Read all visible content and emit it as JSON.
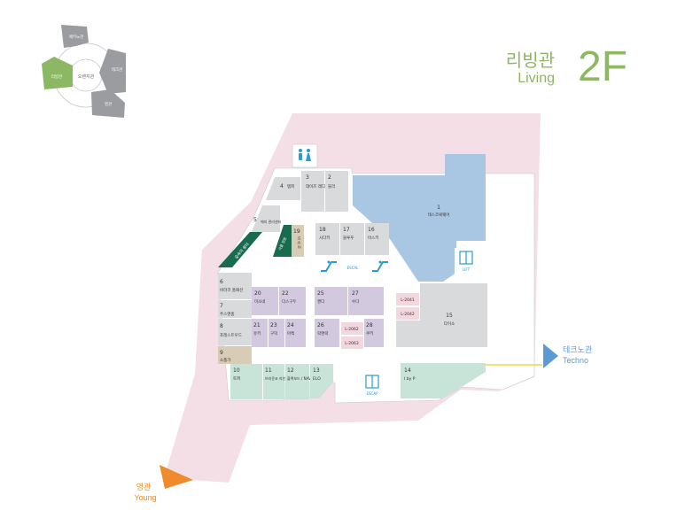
{
  "header": {
    "hall_korean": "리빙관",
    "hall_english": "Living",
    "floor": "2F"
  },
  "locator": {
    "center": "오렌지관",
    "halls": [
      {
        "id": "north",
        "label": "에키노관"
      },
      {
        "id": "west",
        "label": "리빙관",
        "current": true
      },
      {
        "id": "east",
        "label": "테크관"
      },
      {
        "id": "south",
        "label": "영관"
      }
    ]
  },
  "directions": [
    {
      "id": "techno",
      "korean": "테크노관",
      "english": "Techno",
      "color": "#5b9bd5"
    },
    {
      "id": "young",
      "korean": "영관",
      "english": "Young",
      "color": "#ef8b2c"
    }
  ],
  "facilities": [
    {
      "id": "restroom",
      "icon": "restroom-icon"
    },
    {
      "id": "escalator-left",
      "icon": "escalator-icon"
    },
    {
      "id": "escalator-right",
      "icon": "escalator-icon",
      "label": "ESCAL"
    },
    {
      "id": "elevator-east",
      "icon": "elevator-icon",
      "label": "LIFT"
    },
    {
      "id": "elevator-south",
      "icon": "elevator-icon",
      "label": "ESCAP"
    }
  ],
  "stores": [
    {
      "num": "1",
      "name": "테스코쿡웨어"
    },
    {
      "num": "2",
      "name": "블리"
    },
    {
      "num": "3",
      "name": "데이즈 레디"
    },
    {
      "num": "4",
      "name": "템퍼"
    },
    {
      "num": "5",
      "name": "에지 관리센터"
    },
    {
      "num": "6",
      "name": "바라코 홈패션"
    },
    {
      "num": "7",
      "name": "주스앤홈"
    },
    {
      "num": "8",
      "name": "포레스트우드"
    },
    {
      "num": "9",
      "name": "소품가"
    },
    {
      "num": "10",
      "name": "토퍼"
    },
    {
      "num": "11",
      "name": "브라운코 라인클 / 무가스"
    },
    {
      "num": "12",
      "name": "블랙보드 / NAVIT"
    },
    {
      "num": "13",
      "name": "ELO"
    },
    {
      "num": "14",
      "name": "I by P"
    },
    {
      "num": "15",
      "name": "다이소"
    },
    {
      "num": "16",
      "name": "마스키"
    },
    {
      "num": "17",
      "name": "블루푸"
    },
    {
      "num": "18",
      "name": "시다키"
    },
    {
      "num": "19",
      "name": "비 라 로"
    },
    {
      "num": "20",
      "name": "미소네"
    },
    {
      "num": "21",
      "name": "유키"
    },
    {
      "num": "22",
      "name": "다스구두"
    },
    {
      "num": "23",
      "name": "구덕"
    },
    {
      "num": "24",
      "name": "아켁"
    },
    {
      "num": "25",
      "name": "핸디"
    },
    {
      "num": "26",
      "name": "락앤락"
    },
    {
      "num": "27",
      "name": "수다"
    },
    {
      "num": "28",
      "name": "쿠키"
    }
  ],
  "kiosks": [
    "L-2041",
    "L-2042",
    "L-2062",
    "L-2063"
  ],
  "green_blocks": [
    "숲속의 쉼터",
    "식물 정원"
  ],
  "colors": {
    "hall_accent": "#8cb864",
    "outer_area": "#f4dfe6",
    "store_gray": "#d9dadc",
    "store_blue": "#a9c6e2",
    "store_purple": "#d2c9de",
    "store_mint": "#c8e3d8",
    "store_tan": "#d8ccb7",
    "store_green": "#186b4f",
    "kiosk_pink": "#f3d6de"
  }
}
